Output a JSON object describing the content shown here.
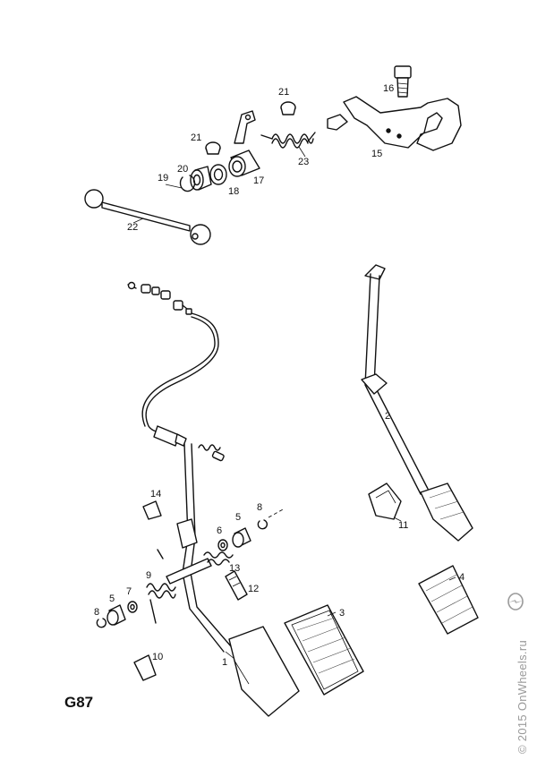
{
  "diagram": {
    "code": "G87",
    "watermark": "© 2015 OnWheels.ru",
    "logo_icon": "opel-blitz-logo",
    "callouts": {
      "c1": "1",
      "c2": "2",
      "c3": "3",
      "c4": "4",
      "c5a": "5",
      "c5b": "5",
      "c6": "6",
      "c7": "7",
      "c8a": "8",
      "c8b": "8",
      "c9": "9",
      "c10": "10",
      "c11": "11",
      "c12": "12",
      "c13": "13",
      "c14": "14",
      "c15": "15",
      "c16": "16",
      "c17": "17",
      "c18": "18",
      "c19": "19",
      "c20": "20",
      "c21a": "21",
      "c21b": "21",
      "c22": "22",
      "c23": "23"
    }
  }
}
